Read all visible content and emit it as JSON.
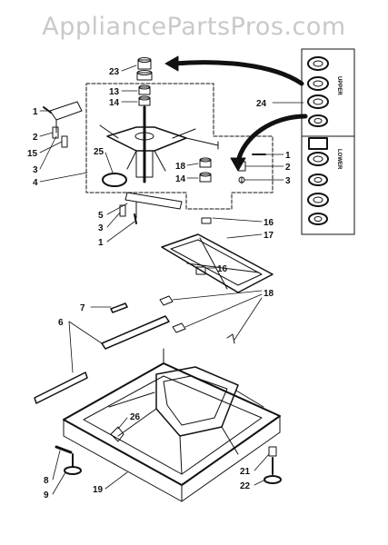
{
  "watermark": "AppliancePartsPros.com",
  "callouts": {
    "c23": "23",
    "c13a": "13",
    "c14a": "14",
    "c24": "24",
    "c25": "25",
    "c1a": "1",
    "c2a": "2",
    "c15": "15",
    "c3a": "3",
    "c4": "4",
    "c1b": "1",
    "c2b": "2",
    "c3b": "3",
    "c18a": "18",
    "c14b": "14",
    "c5": "5",
    "c3c": "3",
    "c1c": "1",
    "c16a": "16",
    "c17": "17",
    "c16b": "16",
    "c7": "7",
    "c6": "6",
    "c18b": "18",
    "c26": "26",
    "c8": "8",
    "c9": "9",
    "c19": "19",
    "c21": "21",
    "c22": "22"
  },
  "kit_labels": {
    "upper": "UPPER",
    "lower": "LOWER"
  }
}
